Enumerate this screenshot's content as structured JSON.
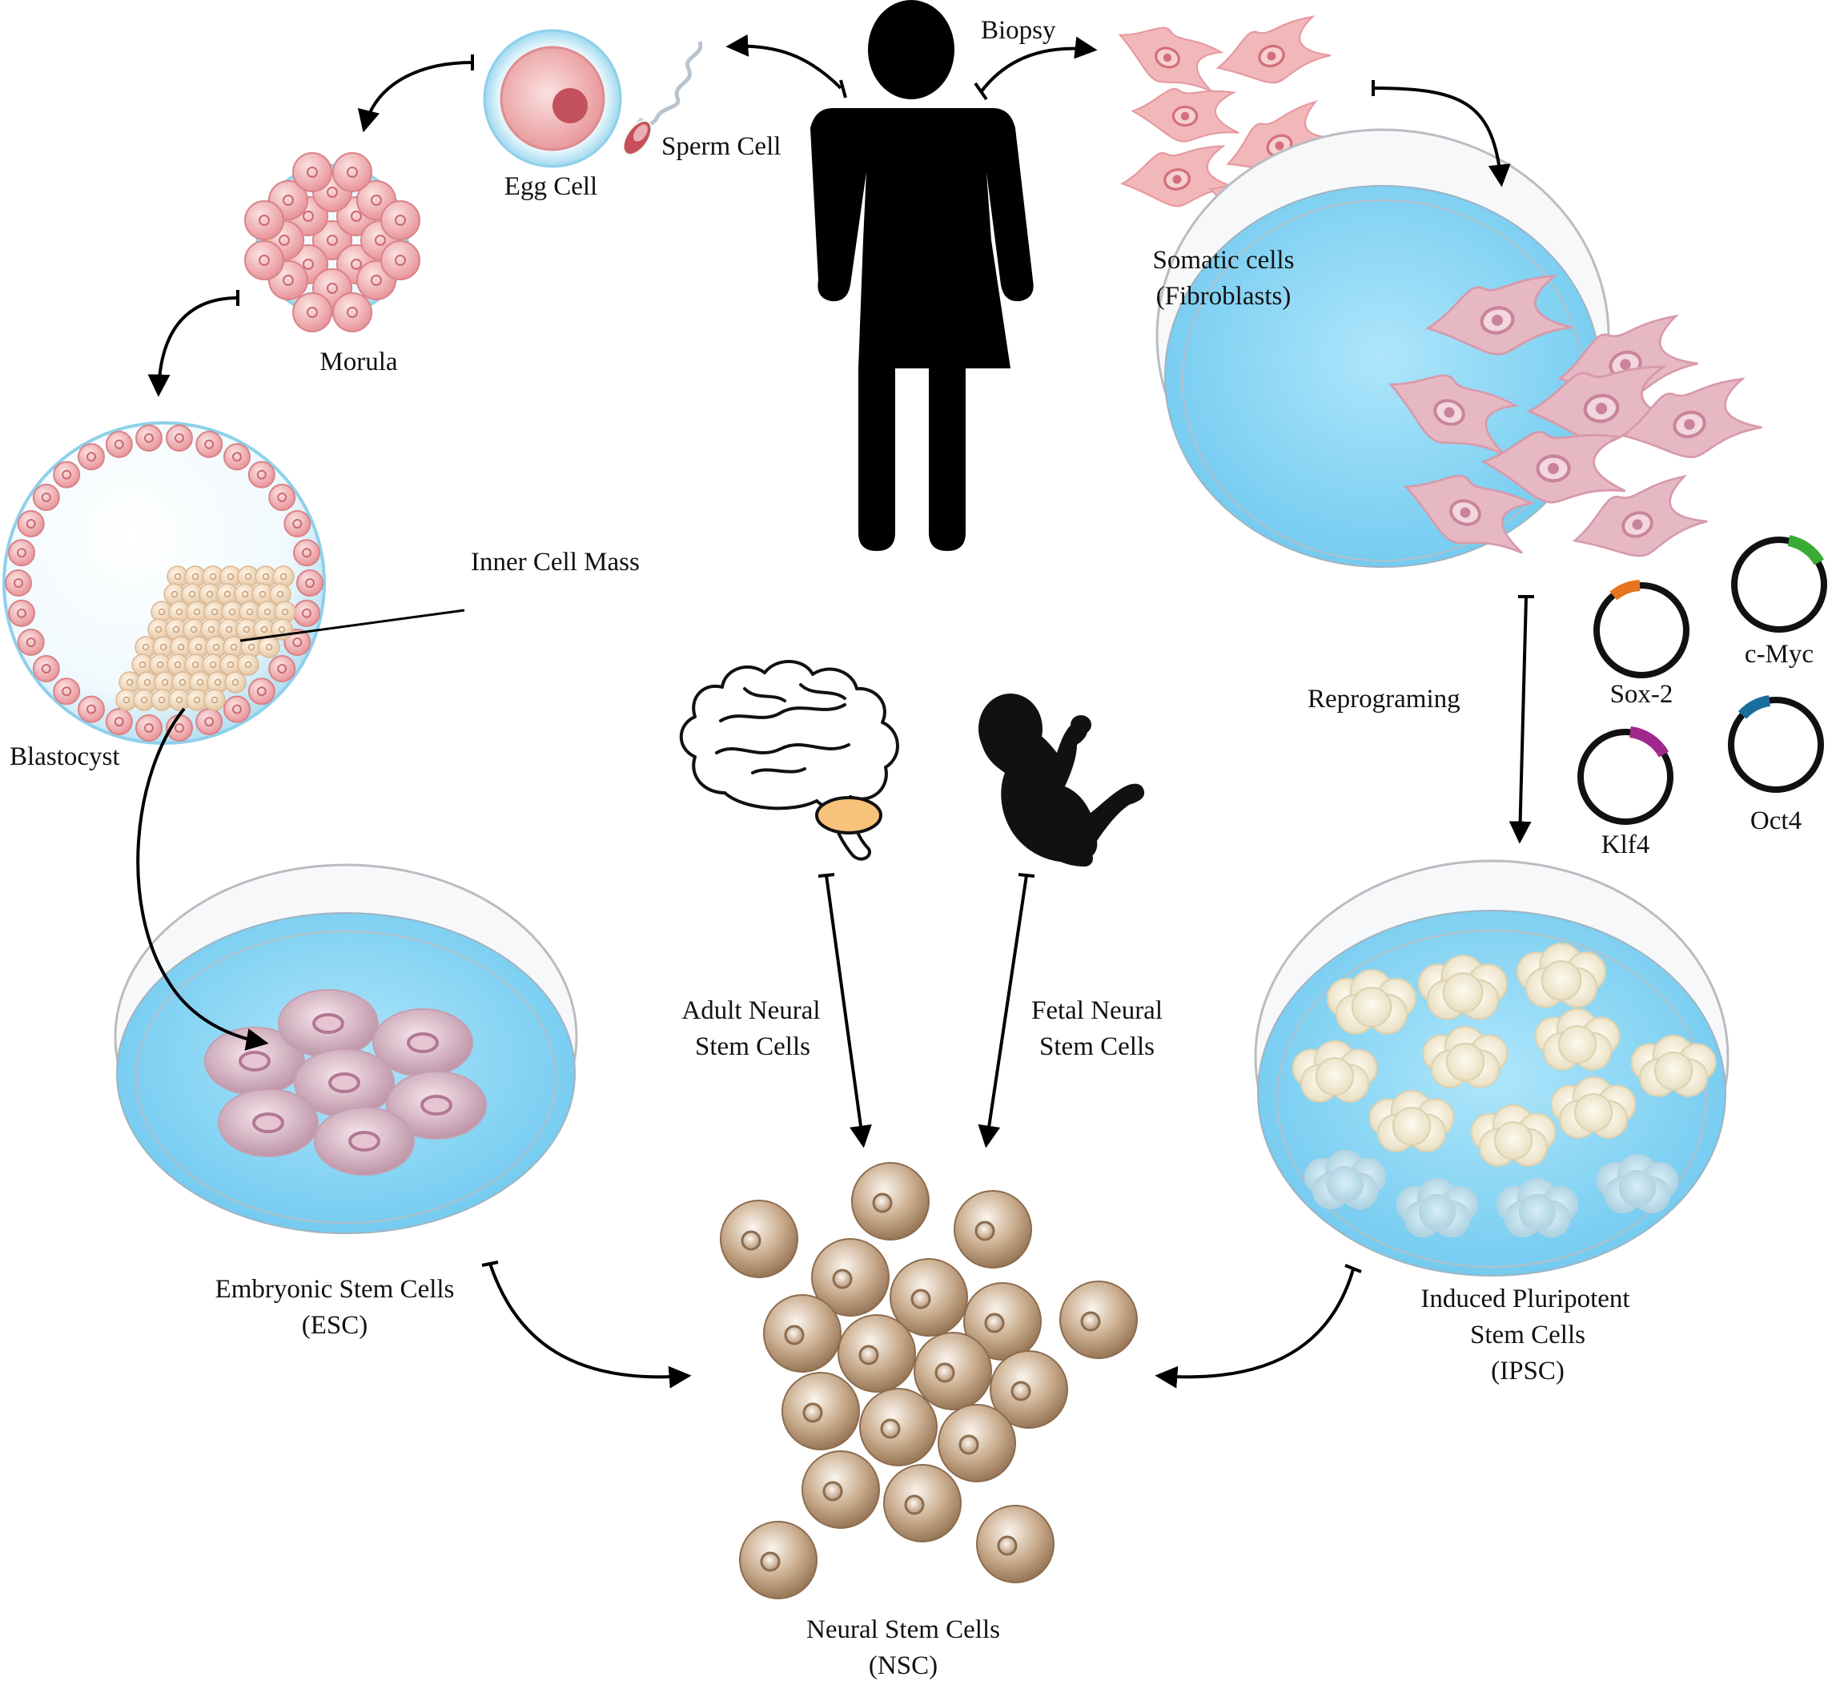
{
  "labels": {
    "biopsy": "Biopsy",
    "sperm_cell": "Sperm Cell",
    "egg_cell": "Egg Cell",
    "morula": "Morula",
    "blastocyst": "Blastocyst",
    "inner_cell_mass": "Inner Cell Mass",
    "somatic_line1": "Somatic cells",
    "somatic_line2": "(Fibroblasts)",
    "reprograming": "Reprograming",
    "sox2": "Sox-2",
    "cmyc": "c-Myc",
    "klf4": "Klf4",
    "oct4": "Oct4",
    "adult_line1": "Adult Neural",
    "adult_line2": "Stem Cells",
    "fetal_line1": "Fetal Neural",
    "fetal_line2": "Stem Cells",
    "esc_line1": "Embryonic Stem Cells",
    "esc_line2": "(ESC)",
    "ipsc_line1": "Induced Pluripotent",
    "ipsc_line2": "Stem Cells",
    "ipsc_line3": "(IPSC)",
    "nsc_line1": "Neural Stem Cells",
    "nsc_line2": "(NSC)"
  },
  "colors": {
    "dish_liquid": "#7fd3f5",
    "dish_rim": "#bfc3c7",
    "fibroblast": "#f0b2b5",
    "esc_cell": "#cfa7b6",
    "nsc_cell": "#a88a6c",
    "colony": "#f2e9d2",
    "egg_shell": "#bfe6f6",
    "sox2_marker": "#e8731f",
    "cmyc_marker": "#3aaa35",
    "klf4_marker": "#a0288c",
    "oct4_marker": "#1a6e9e"
  },
  "icons": {
    "person": "person-silhouette-icon",
    "brain": "brain-icon",
    "fetus": "fetus-icon",
    "plasmid": "plasmid-icon"
  }
}
